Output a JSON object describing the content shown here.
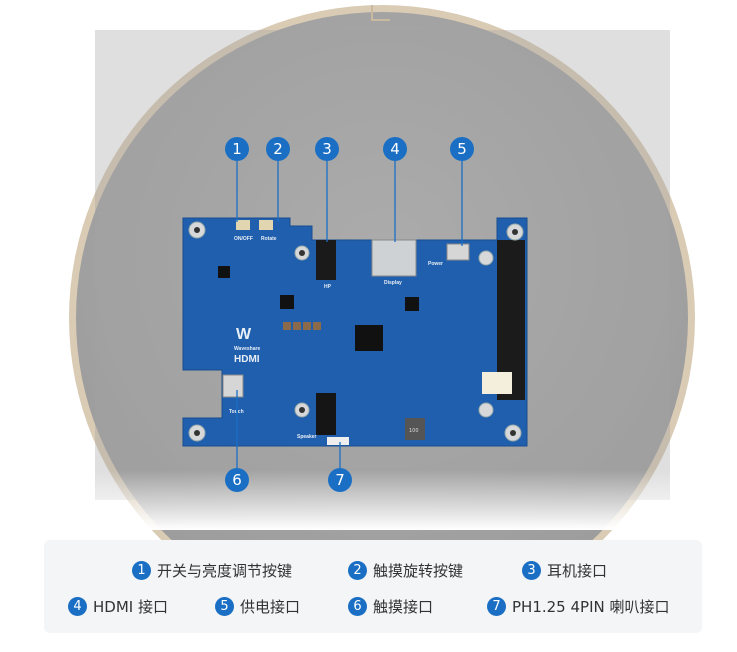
{
  "colors": {
    "callout": "#1a6fc4",
    "pcb": "#1f5fae",
    "display": "#a7a7a7"
  },
  "board": {
    "labels": {
      "onoff": "ON/OFF",
      "rotate": "Rotate",
      "hp": "HP",
      "display": "Display",
      "power": "Power",
      "touch": "Touch",
      "speaker": "Speaker",
      "brand": "Waveshare",
      "hdmi": "HDMI",
      "inductor": "100"
    }
  },
  "callouts": [
    "1",
    "2",
    "3",
    "4",
    "5",
    "6",
    "7"
  ],
  "legend": [
    {
      "num": "1",
      "text": "开关与亮度调节按键"
    },
    {
      "num": "2",
      "text": "触摸旋转按键"
    },
    {
      "num": "3",
      "text": "耳机接口"
    },
    {
      "num": "4",
      "text": "HDMI 接口"
    },
    {
      "num": "5",
      "text": "供电接口"
    },
    {
      "num": "6",
      "text": "触摸接口"
    },
    {
      "num": "7",
      "text": "PH1.25 4PIN 喇叭接口"
    }
  ]
}
